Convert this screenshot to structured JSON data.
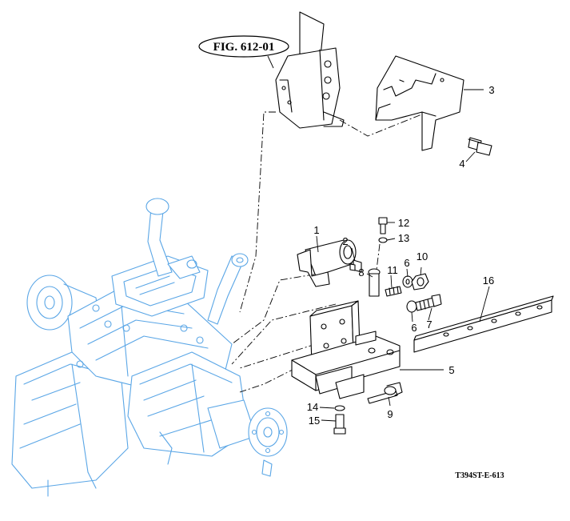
{
  "figure_reference": "FIG. 612-01",
  "document_id": "T394ST-E-613",
  "callouts": [
    {
      "id": "c1",
      "label": "1"
    },
    {
      "id": "c2",
      "label": "2"
    },
    {
      "id": "c3",
      "label": "3"
    },
    {
      "id": "c4",
      "label": "4"
    },
    {
      "id": "c5",
      "label": "5"
    },
    {
      "id": "c6a",
      "label": "6"
    },
    {
      "id": "c6b",
      "label": "6"
    },
    {
      "id": "c7",
      "label": "7"
    },
    {
      "id": "c8",
      "label": "8"
    },
    {
      "id": "c9",
      "label": "9"
    },
    {
      "id": "c10",
      "label": "10"
    },
    {
      "id": "c11",
      "label": "11"
    },
    {
      "id": "c12",
      "label": "12"
    },
    {
      "id": "c13",
      "label": "13"
    },
    {
      "id": "c14",
      "label": "14"
    },
    {
      "id": "c15",
      "label": "15"
    },
    {
      "id": "c16",
      "label": "16"
    }
  ],
  "colors": {
    "line_art": "#000000",
    "transmission_outline": "#5aa6e6",
    "background": "#ffffff"
  }
}
